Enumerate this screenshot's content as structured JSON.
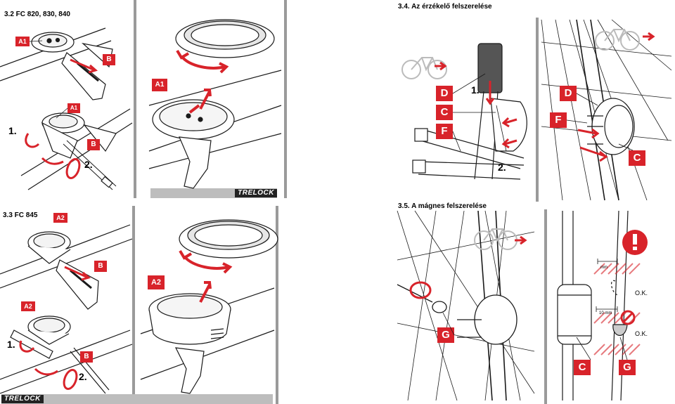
{
  "sections": {
    "fc820": {
      "title": "3.2  FC 820, 830, 840"
    },
    "fc845": {
      "title": "3.3  FC 845"
    },
    "sensor": {
      "title": "3.4. Az érzékelő felszerelése"
    },
    "magnet": {
      "title": "3.5. A mágnes felszerelése"
    }
  },
  "brand": "TRELOCK",
  "labels": {
    "a1": "A1",
    "a2": "A2",
    "b": "B",
    "c": "C",
    "d": "D",
    "f": "F",
    "g": "G",
    "step1": "1.",
    "step2": "2.",
    "ok": "O.K.",
    "mm_top": "mm",
    "mm_mid": "10 mm"
  },
  "colors": {
    "accent": "#d8232a",
    "line": "#1a1a1a",
    "frame": "#9a9a9a"
  }
}
